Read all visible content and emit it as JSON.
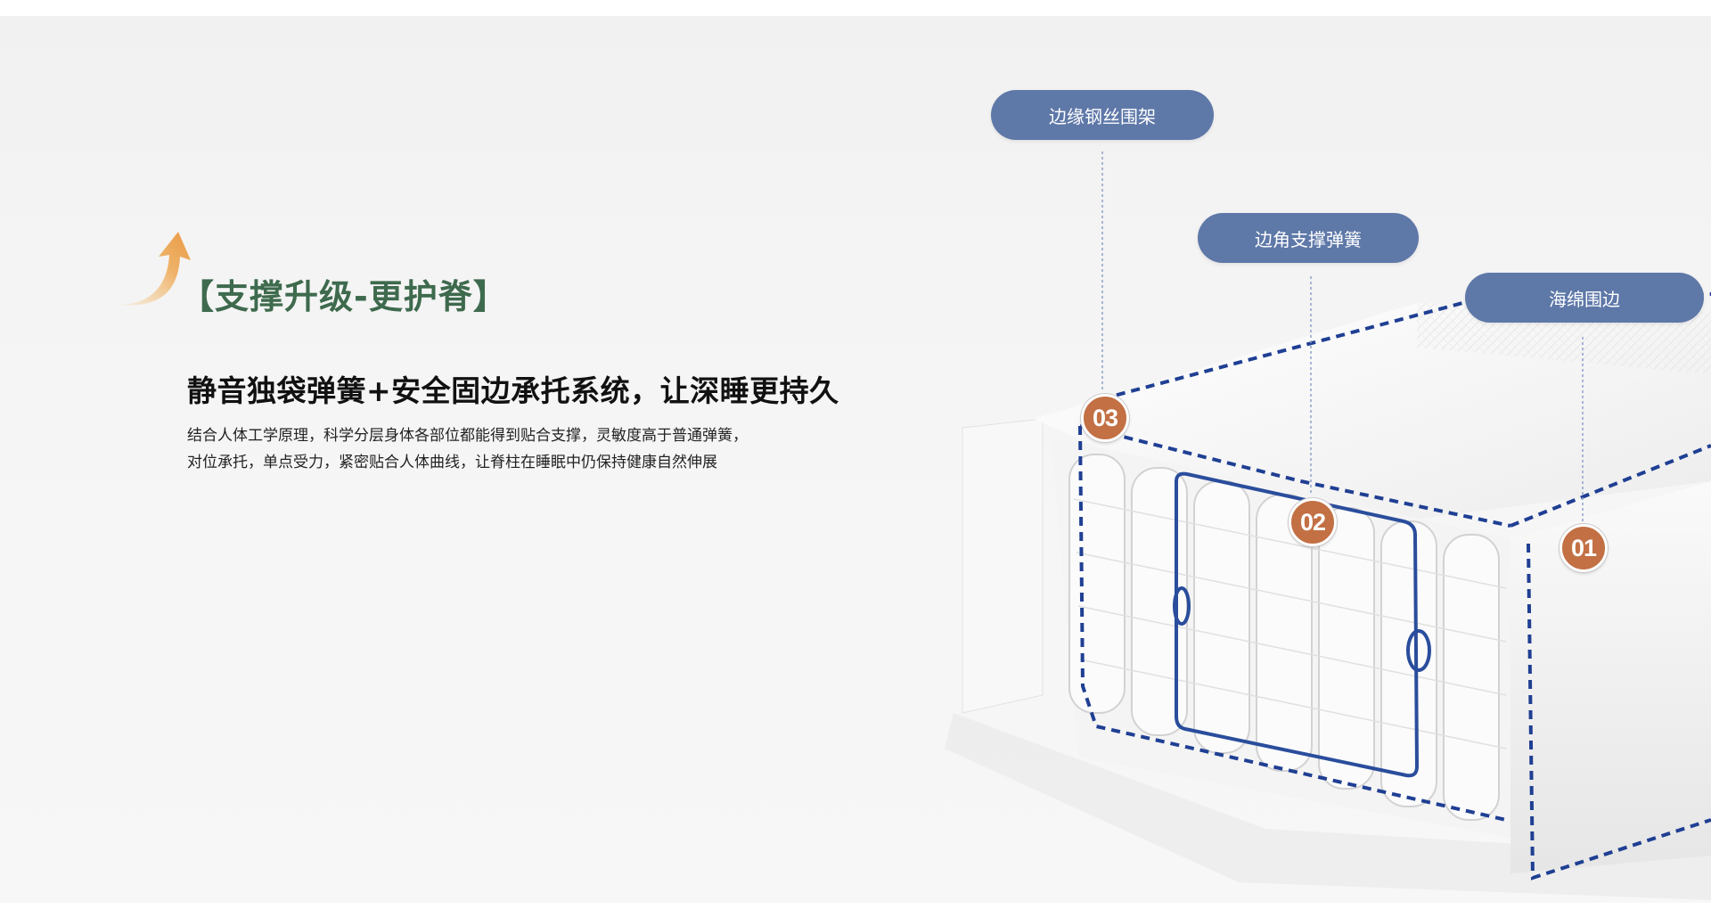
{
  "section": {
    "heading": "【支撑升级-更护脊】",
    "icon": "up-arrow-icon",
    "heading_color": "#3e6a4d"
  },
  "subheading": "静音独袋弹簧+安全固边承托系统，让深睡更持久",
  "description": [
    "结合人体工学原理，科学分层身体各部位都能得到贴合支撑，灵敏度高于普通弹簧，",
    "对位承托，单点受力，紧密贴合人体曲线，让脊柱在睡眠中仍保持健康自然伸展"
  ],
  "callouts": [
    {
      "label": "边缘钢丝围架",
      "number": "03"
    },
    {
      "label": "边角支撑弹簧",
      "number": "02"
    },
    {
      "label": "海绵围边",
      "number": "01"
    }
  ],
  "colors": {
    "pill": "#5e78a8",
    "badge": "#c27044",
    "outline": "#1f3f93"
  }
}
